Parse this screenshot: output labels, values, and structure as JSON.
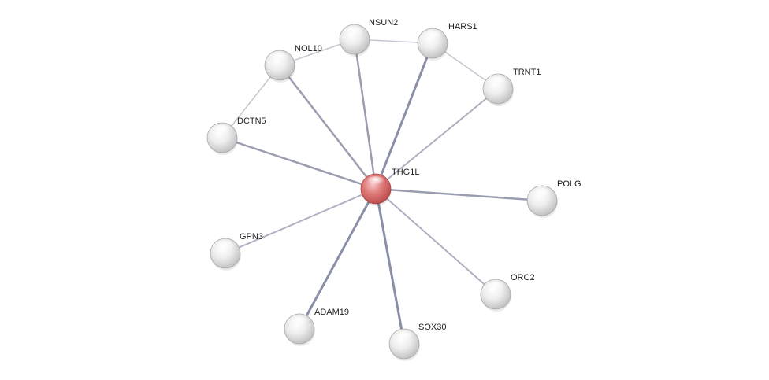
{
  "network": {
    "center_node": "THG1L",
    "nodes": [
      {
        "id": "THG1L",
        "label": "THG1L",
        "role": "query",
        "color": "#e36d6d"
      },
      {
        "id": "NSUN2",
        "label": "NSUN2",
        "role": "partner",
        "color": "#e6e6e6"
      },
      {
        "id": "HARS1",
        "label": "HARS1",
        "role": "partner",
        "color": "#e6e6e6"
      },
      {
        "id": "NOL10",
        "label": "NOL10",
        "role": "partner",
        "color": "#e6e6e6"
      },
      {
        "id": "TRNT1",
        "label": "TRNT1",
        "role": "partner",
        "color": "#e6e6e6"
      },
      {
        "id": "DCTN5",
        "label": "DCTN5",
        "role": "partner",
        "color": "#e6e6e6"
      },
      {
        "id": "POLG",
        "label": "POLG",
        "role": "partner",
        "color": "#e6e6e6"
      },
      {
        "id": "GPN3",
        "label": "GPN3",
        "role": "partner",
        "color": "#e6e6e6"
      },
      {
        "id": "ORC2",
        "label": "ORC2",
        "role": "partner",
        "color": "#e6e6e6"
      },
      {
        "id": "ADAM19",
        "label": "ADAM19",
        "role": "partner",
        "color": "#e6e6e6"
      },
      {
        "id": "SOX30",
        "label": "SOX30",
        "role": "partner",
        "color": "#e6e6e6"
      }
    ],
    "edges": [
      {
        "source": "THG1L",
        "target": "HARS1",
        "strength": "strong"
      },
      {
        "source": "THG1L",
        "target": "ADAM19",
        "strength": "strong"
      },
      {
        "source": "THG1L",
        "target": "SOX30",
        "strength": "strong"
      },
      {
        "source": "THG1L",
        "target": "NSUN2",
        "strength": "medium"
      },
      {
        "source": "THG1L",
        "target": "NOL10",
        "strength": "medium"
      },
      {
        "source": "THG1L",
        "target": "DCTN5",
        "strength": "medium"
      },
      {
        "source": "THG1L",
        "target": "POLG",
        "strength": "medium"
      },
      {
        "source": "THG1L",
        "target": "TRNT1",
        "strength": "weak"
      },
      {
        "source": "THG1L",
        "target": "GPN3",
        "strength": "weak"
      },
      {
        "source": "THG1L",
        "target": "ORC2",
        "strength": "weak"
      },
      {
        "source": "NSUN2",
        "target": "HARS1",
        "strength": "faint"
      },
      {
        "source": "NSUN2",
        "target": "NOL10",
        "strength": "faint"
      },
      {
        "source": "HARS1",
        "target": "TRNT1",
        "strength": "faint"
      },
      {
        "source": "NOL10",
        "target": "DCTN5",
        "strength": "faint"
      }
    ],
    "edge_colors": {
      "strong": "#8a8ea6",
      "medium": "#9a9db0",
      "weak": "#aeb0c0",
      "faint": "#c4c5d0"
    }
  }
}
